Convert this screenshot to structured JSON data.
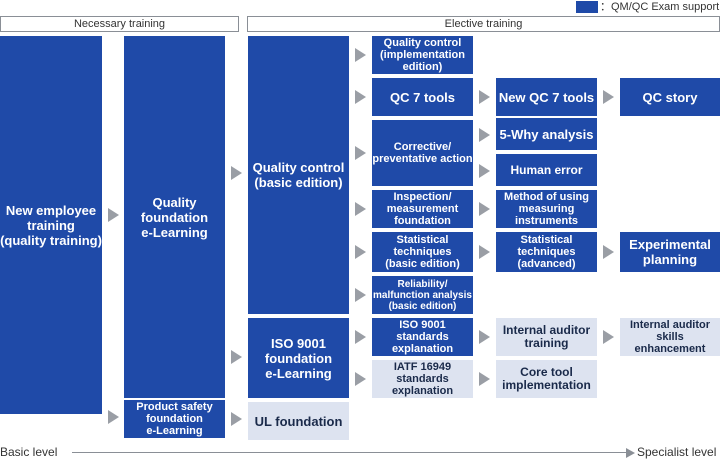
{
  "headers": {
    "necessary": "Necessary training",
    "elective": "Elective training"
  },
  "legend": {
    "swatch_color": "#1f4aa8",
    "label": "：QM/QC Exam support"
  },
  "colors": {
    "qmqc_box": "#1f4aa8",
    "other_box": "#dde3f0",
    "arrow": "#9a9ea5"
  },
  "boxes": {
    "new_employee": "New employee\ntraining\n(quality training)",
    "quality_foundation": "Quality\nfoundation\ne-Learning",
    "product_safety": "Product safety\nfoundation\ne-Learning",
    "qc_basic": "Quality control\n(basic edition)",
    "iso9001_elearning": "ISO 9001\nfoundation\ne-Learning",
    "ul_foundation": "UL foundation",
    "qc_implementation": "Quality control\n(implementation\nedition)",
    "qc7": "QC 7 tools",
    "corrective": "Corrective/\npreventative action",
    "inspection": "Inspection/\nmeasurement\nfoundation",
    "statistical_basic": "Statistical\ntechniques\n(basic edition)",
    "reliability": "Reliability/\nmalfunction analysis\n(basic edition)",
    "iso9001_standards": "ISO 9001\nstandards\nexplanation",
    "iatf16949": "IATF 16949\nstandards\nexplanation",
    "new_qc7": "New QC 7 tools",
    "five_why": "5-Why analysis",
    "human_error": "Human error",
    "measuring": "Method of using\nmeasuring\ninstruments",
    "statistical_advanced": "Statistical\ntechniques\n(advanced)",
    "internal_auditor": "Internal auditor\ntraining",
    "core_tool": "Core tool\nimplementation",
    "qc_story": "QC story",
    "experimental": "Experimental\nplanning",
    "auditor_skills": "Internal auditor\nskills\nenhancement"
  },
  "axis": {
    "start": "Basic level",
    "end": "Specialist level"
  }
}
